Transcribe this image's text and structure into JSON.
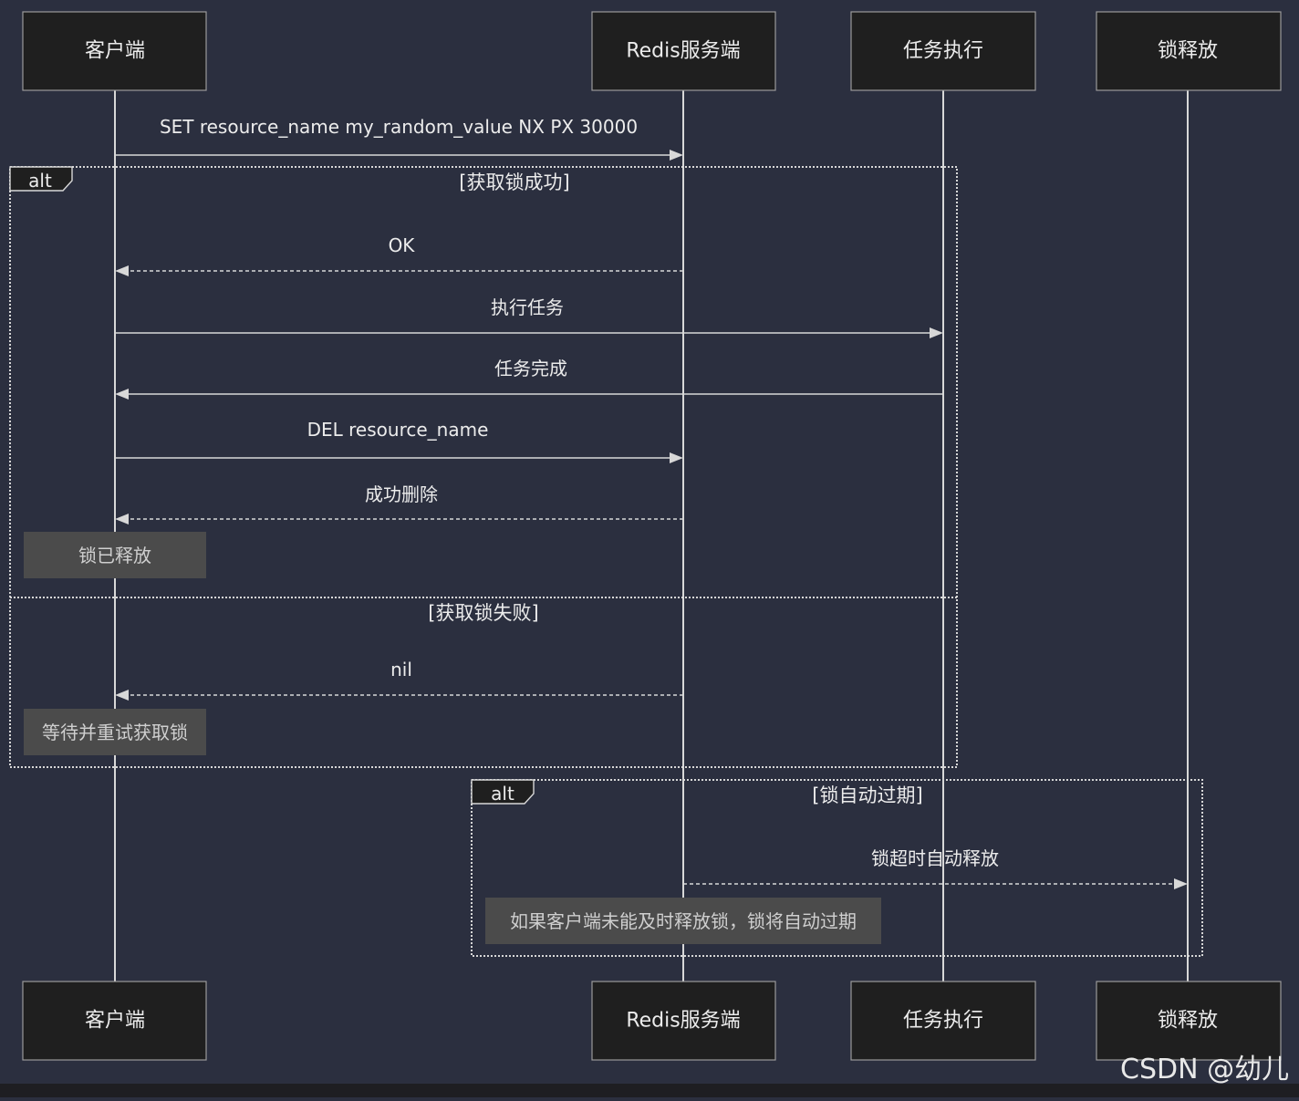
{
  "participants": [
    {
      "id": "client",
      "label": "客户端"
    },
    {
      "id": "redis",
      "label": "Redis服务端"
    },
    {
      "id": "task",
      "label": "任务执行"
    },
    {
      "id": "release",
      "label": "锁释放"
    }
  ],
  "messages": [
    {
      "id": "m1",
      "from": "client",
      "to": "redis",
      "style": "solid",
      "label": "SET resource_name my_random_value NX PX 30000"
    },
    {
      "id": "m2",
      "from": "redis",
      "to": "client",
      "style": "dashed",
      "label": "OK"
    },
    {
      "id": "m3",
      "from": "client",
      "to": "task",
      "style": "solid",
      "label": "执行任务"
    },
    {
      "id": "m4",
      "from": "task",
      "to": "client",
      "style": "solid",
      "label": "任务完成"
    },
    {
      "id": "m5",
      "from": "client",
      "to": "redis",
      "style": "solid",
      "label": "DEL resource_name"
    },
    {
      "id": "m6",
      "from": "redis",
      "to": "client",
      "style": "dashed",
      "label": "成功删除"
    },
    {
      "id": "m7",
      "from": "redis",
      "to": "client",
      "style": "dashed",
      "label": "nil"
    },
    {
      "id": "m8",
      "from": "redis",
      "to": "release",
      "style": "dashed",
      "label": "锁超时自动释放"
    }
  ],
  "notes": [
    {
      "id": "n1",
      "over": "client",
      "text": "锁已释放"
    },
    {
      "id": "n2",
      "over": "client",
      "text": "等待并重试获取锁"
    },
    {
      "id": "n3",
      "over": "redis",
      "text": "如果客户端未能及时释放锁，锁将自动过期"
    }
  ],
  "frames": [
    {
      "id": "f1",
      "kind": "alt",
      "condition": "[获取锁成功]",
      "else_condition": "[获取锁失败]"
    },
    {
      "id": "f2",
      "kind": "alt",
      "condition": "[锁自动过期]"
    }
  ],
  "watermark": "CSDN @幼儿"
}
